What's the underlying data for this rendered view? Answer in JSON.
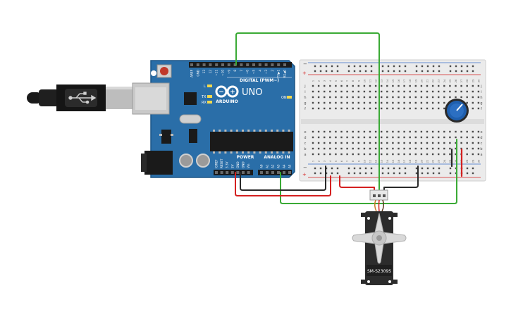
{
  "arduino": {
    "logo": "UNO",
    "brand": "ARDUINO",
    "digital_label": "DIGITAL (PWM~)",
    "digital_pins": [
      "AREF",
      "GND",
      "13",
      "12",
      "~11",
      "~10",
      "~9",
      "8",
      "7",
      "~6",
      "~5",
      "4",
      "~3",
      "2",
      "TX▶1",
      "RX◀0"
    ],
    "power_label": "POWER",
    "analog_label": "ANALOG IN",
    "power_pins": [
      "IOREF",
      "RESET",
      "3.3V",
      "5V",
      "GND",
      "GND",
      "Vin"
    ],
    "analog_pins": [
      "A0",
      "A1",
      "A2",
      "A3",
      "A4",
      "A5"
    ],
    "led_labels": [
      "L",
      "TX",
      "RX"
    ],
    "on_label": "ON"
  },
  "breadboard": {
    "row_letters_top": [
      "j",
      "i",
      "h",
      "g",
      "f"
    ],
    "row_letters_bottom": [
      "e",
      "d",
      "c",
      "b",
      "a"
    ],
    "column_count": 30
  },
  "servo": {
    "model": "SM-S2309S"
  },
  "colors": {
    "board": "#2a6ea8",
    "board_dark": "#1d5585",
    "breadboard": "#e8e8e8",
    "wire_green": "#3aaa35",
    "wire_red": "#d42020",
    "wire_black": "#2a2a2a",
    "pot_blue": "#1f5fae",
    "servo_body": "#2c2c2c"
  }
}
